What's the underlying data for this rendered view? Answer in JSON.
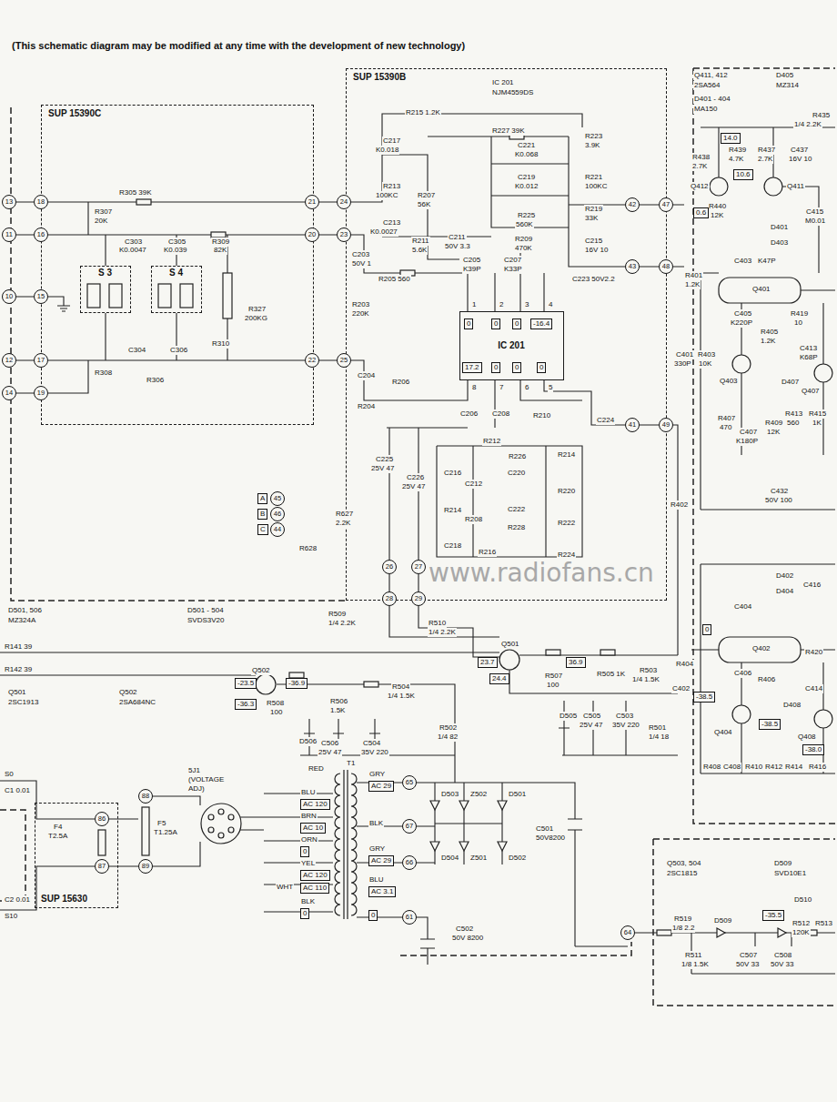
{
  "diagram": {
    "nodes": [
      {
        "text": [
          "SUP 15390C"
        ]
      },
      {
        "text": [
          "S 3"
        ],
        "in": 0
      },
      {
        "text": [
          "S 4"
        ],
        "in": 0
      },
      {
        "text": [
          "SUP 15390B"
        ]
      },
      {
        "text": [
          "IC 201"
        ],
        "in": 3
      },
      {
        "text": [
          "SUP 15630"
        ]
      }
    ],
    "edges": [
      {
        "from": 0,
        "to": 3,
        "arrow": "none"
      },
      {
        "from": 0,
        "to": 3,
        "arrow": "none"
      },
      {
        "from": 0,
        "to": 3,
        "arrow": "none"
      }
    ],
    "labels": [
      "(This schematic diagram may be modified at any time with the development of new technology)",
      "13",
      "11",
      "10",
      "12",
      "14",
      "18",
      "16",
      "15",
      "17",
      "19",
      "21",
      "20",
      "22",
      "24",
      "23",
      "25",
      "R305 39K",
      "R307",
      "20K",
      "C303",
      "K0.0047",
      "C305",
      "K0.039",
      "R309",
      "82K",
      "R327",
      "200KG",
      "C304",
      "C306",
      "R310",
      "R308",
      "R306",
      "IC 201",
      "NJM4559DS",
      "R215 1.2K",
      "R227 39K",
      "C221",
      "K0.068",
      "C217",
      "K0.018",
      "R223",
      "3.9K",
      "C219",
      "K0.012",
      "R221",
      "100KC",
      "R213",
      "100KC",
      "R207",
      "56K",
      "R225",
      "560K",
      "R219",
      "33K",
      "C213",
      "K0.0027",
      "R211",
      "5.6K",
      "C211",
      "50V 3.3",
      "R209",
      "470K",
      "C215",
      "16V 10",
      "C205",
      "K39P",
      "C207",
      "K33P",
      "C223 50V2.2",
      "C203",
      "50V 1",
      "R205 560",
      "R203",
      "220K",
      "42",
      "47",
      "43",
      "48",
      "1",
      "2",
      "3",
      "4",
      "0",
      "0",
      "0",
      "-16.4",
      "17.2",
      "0",
      "0",
      "0",
      "8",
      "7",
      "6",
      "5",
      "C204",
      "R206",
      "R204",
      "C206",
      "C208",
      "R210",
      "C224",
      "41",
      "49",
      "R212",
      "R226",
      "R214",
      "C220",
      "C216",
      "C212",
      "R220",
      "R214",
      "R208",
      "C222",
      "R228",
      "R222",
      "C218",
      "R216",
      "R224",
      "C225",
      "25V 47",
      "C226",
      "25V 47",
      "A",
      "B",
      "C",
      "45",
      "46",
      "44",
      "R628",
      "R627",
      "2.2K",
      "26",
      "27",
      "28",
      "29",
      "www.radiofans.cn",
      "D501, 506",
      "MZ324A",
      "D501 - 504",
      "SVDS3V20",
      "R509",
      "1/4 2.2K",
      "R510",
      "1/4 2.2K",
      "R141 39",
      "R142 39",
      "Q501",
      "Q502",
      "23.7",
      "36.9",
      "-23.5",
      "-36.9",
      "R507",
      "100",
      "R505 1K",
      "R503",
      "1/4 1.5K",
      "C402",
      "Q501",
      "2SC1913",
      "Q502",
      "2SA684NC",
      "R508",
      "100",
      "R506",
      "1.5K",
      "R504",
      "1/4 1.5K",
      "24.4",
      "-36.3",
      "D505",
      "C505",
      "25V 47",
      "C503",
      "35V 220",
      "R501",
      "1/4 18",
      "D506",
      "C506",
      "25V 47",
      "C504",
      "35V 220",
      "R502",
      "1/4 82",
      "RED",
      "T1",
      "GRY",
      "AC 29",
      "BLU",
      "AC 120",
      "BRN",
      "AC 10",
      "ORN",
      "0",
      "YEL",
      "AC 120",
      "WHT",
      "AC 110",
      "BLK",
      "0",
      "BLK",
      "GRY",
      "AC 29",
      "BLU",
      "AC 3.1",
      "0",
      "65",
      "67",
      "66",
      "61",
      "5J1 (VOLTAGE ADJ)",
      "D503",
      "Z502",
      "D501",
      "D504",
      "Z501",
      "D502",
      "C501",
      "50V8200",
      "C502",
      "50V 8200",
      "64",
      "Q503, 504",
      "2SC1815",
      "D509",
      "SVD10E1",
      "R519",
      "1/8 2.2",
      "D509",
      "-35.5",
      "D510",
      "R512",
      "120K",
      "R513",
      "R511",
      "1/8 1.5K",
      "C507",
      "50V 33",
      "C508",
      "50V 33",
      "S0",
      "C1 0.01",
      "86",
      "87",
      "88",
      "89",
      "F4",
      "T2.5A",
      "F5",
      "T1.25A",
      "C2 0.01",
      "S10",
      "Q411, 412",
      "2SA564",
      "D405",
      "MZ314",
      "D401 - 404",
      "MA150",
      "14.0",
      "R438",
      "2.7K",
      "Q412",
      "10.6",
      "R440",
      "12K",
      "R439",
      "4.7K",
      "R437",
      "2.7K",
      "Q411",
      "C437",
      "16V 10",
      "R435",
      "1/4 2.2K",
      "0.6",
      "D401",
      "D403",
      "C415",
      "M0.01",
      "C403",
      "K47P",
      "R401",
      "1.2K",
      "Q401",
      "C405",
      "K220P",
      "R419",
      "10",
      "R405",
      "1.2K",
      "C413",
      "K68P",
      "C401",
      "330P",
      "R403",
      "10K",
      "Q403",
      "D407",
      "Q407",
      "R407",
      "470",
      "C407",
      "K180P",
      "R409",
      "12K",
      "R413",
      "560",
      "R415",
      "1K",
      "C432",
      "50V 100",
      "R402",
      "D402",
      "D404",
      "C416",
      "C404",
      "0",
      "Q402",
      "C406",
      "R420",
      "R404",
      "C414",
      "Q404",
      "D408",
      "Q408",
      "-38.5",
      "-38.5",
      "-38.0",
      "R406",
      "R408",
      "C408",
      "R410",
      "R412",
      "R414",
      "R416"
    ]
  }
}
